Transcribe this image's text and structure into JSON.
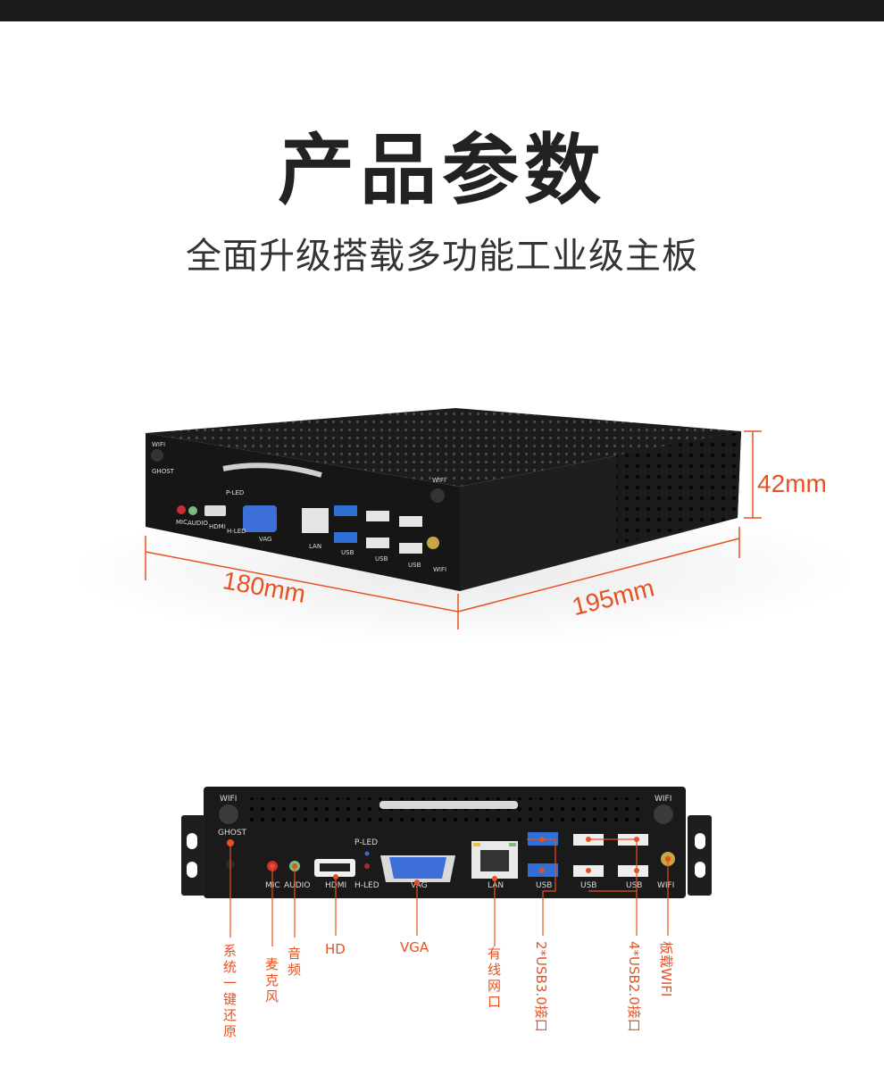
{
  "header": {
    "title": "产品参数",
    "subtitle": "全面升级搭载多功能工业级主板"
  },
  "dimensions": {
    "height": "42mm",
    "width": "180mm",
    "depth": "195mm"
  },
  "ports_top": {
    "wifi": "WIFI",
    "ghost": "GHOST",
    "mic": "MIC",
    "audio": "AUDIO",
    "hdmi": "HDMI",
    "pled": "P-LED",
    "hled": "H-LED",
    "vag": "VAG",
    "lan": "LAN",
    "usb1": "USB",
    "usb2": "USB",
    "usb3": "USB",
    "wifi2": "WIFI"
  },
  "ports_front": {
    "wifi_left": "WIFI",
    "wifi_right": "WIFI",
    "ghost": "GHOST",
    "mic": "MIC",
    "audio": "AUDIO",
    "hdmi": "HDMI",
    "pled": "P-LED",
    "hled": "H-LED",
    "vag": "VAG",
    "lan": "LAN",
    "usb1": "USB",
    "usb2": "USB",
    "usb3": "USB",
    "wifi_ant": "WIFI"
  },
  "callouts": {
    "reset": [
      "系",
      "统",
      "一",
      "键",
      "还",
      "原"
    ],
    "mic": [
      "麦",
      "克",
      "风"
    ],
    "audio": [
      "音",
      "频"
    ],
    "hd": "HD",
    "vga": "VGA",
    "lan": [
      "有",
      "线",
      "网",
      "口"
    ],
    "usb3": "2*USB3.0接口",
    "usb2": "4*USB2.0接口",
    "wifi": "板载WIFI"
  },
  "colors": {
    "accent": "#e8511f",
    "device": "#1c1c1c",
    "usb3_blue": "#2f6fd6",
    "vga_blue": "#3d6fd8"
  }
}
